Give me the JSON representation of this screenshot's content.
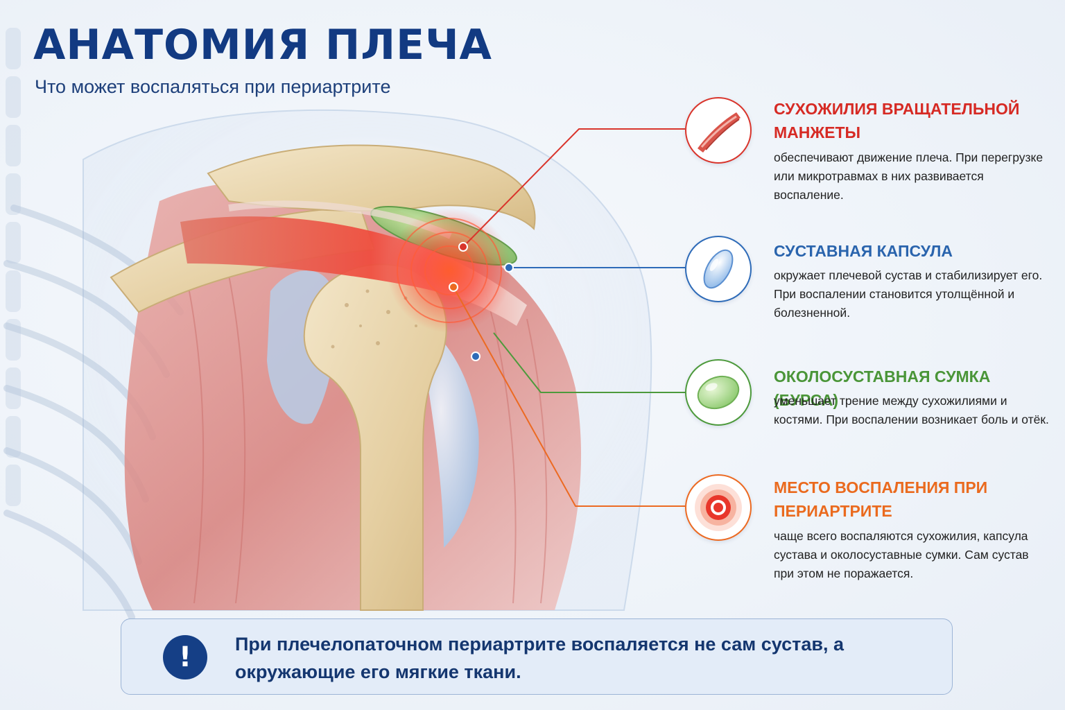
{
  "header": {
    "title": "АНАТОМИЯ ПЛЕЧА",
    "subtitle": "Что может воспаляться при периартрите"
  },
  "callouts": [
    {
      "title": "СУХОЖИЛИЯ ВРАЩАТЕЛЬНОЙ МАНЖЕТЫ",
      "description": "обеспечивают движение плеча. При перегрузке или микротравмах в них развивается воспаление.",
      "color": "#d62a24",
      "icon": "tendon-icon"
    },
    {
      "title": "СУСТАВНАЯ КАПСУЛА",
      "description": "окружает плечевой сустав и стабилизирует его. При воспалении становится утолщённой и болезненной.",
      "color": "#2a64ad",
      "icon": "capsule-icon"
    },
    {
      "title": "ОКОЛОСУСТАВНАЯ СУМКА (БУРСА)",
      "description": "уменьшает трение между сухожилиями и костями. При воспалении возникает боль и отёк.",
      "color": "#4a9538",
      "icon": "bursa-icon"
    },
    {
      "title": "МЕСТО ВОСПАЛЕНИЯ ПРИ ПЕРИАРТРИТЕ",
      "description": "чаще всего воспаляются сухожилия, капсула сустава и околосуставные сумки. Сам сустав при этом не поражается.",
      "color": "#ea6a1e",
      "icon": "inflammation-target-icon"
    }
  ],
  "notice": {
    "icon": "exclamation-icon",
    "symbol": "!",
    "text": "При плечелопаточном периартрите воспаляется не сам сустав, а окружающие его мягкие ткани."
  }
}
